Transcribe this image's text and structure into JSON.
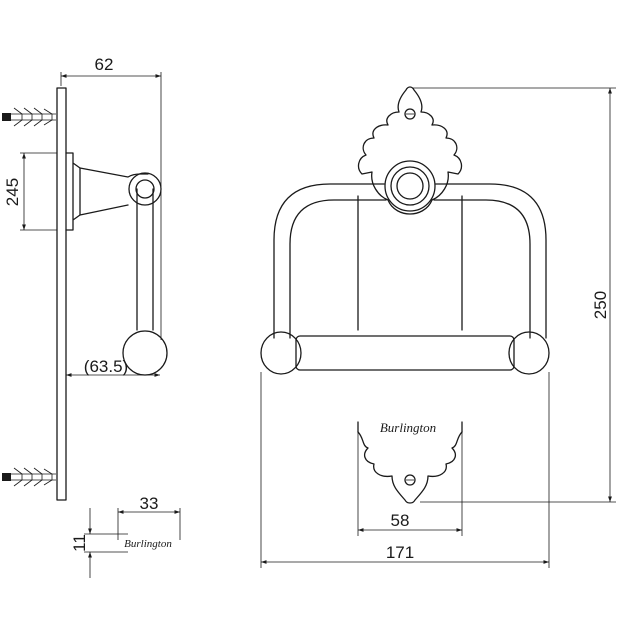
{
  "dimensions": {
    "side_depth": "62",
    "backplate_height": "245",
    "roll_offset": "(63.5)",
    "overall_height": "250",
    "plate_width": "58",
    "overall_width": "171",
    "logo_width": "33",
    "logo_height": "11"
  },
  "brand": {
    "name": "Burlington"
  }
}
